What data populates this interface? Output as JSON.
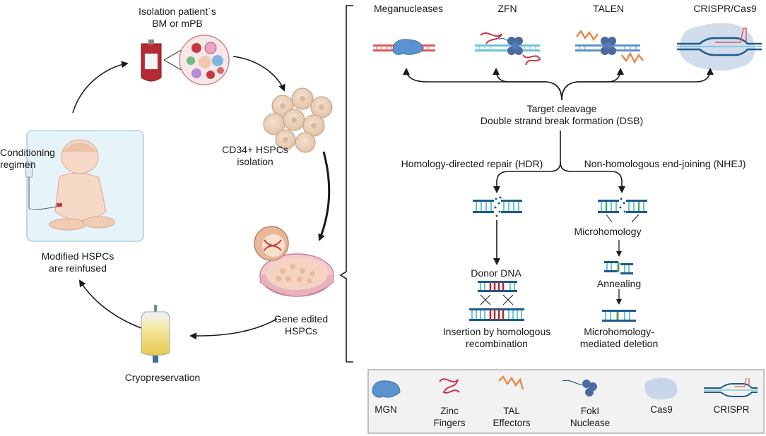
{
  "left_cycle": {
    "isolation": {
      "line1": "Isolation patient´s",
      "line2": "BM or mPB"
    },
    "cd34": {
      "line1": "CD34+ HSPCs",
      "line2": "isolation"
    },
    "gene_edited": {
      "line1": "Gene edited",
      "line2": "HSPCs"
    },
    "cryo": "Cryopreservation",
    "reinfused": {
      "line1": "Modified HSPCs",
      "line2": "are reinfused"
    },
    "conditioning": {
      "line1": "Conditioning",
      "line2": "regimen"
    }
  },
  "nucleases": {
    "meganucleases": "Meganucleases",
    "zfn": "ZFN",
    "talen": "TALEN",
    "crispr_cas9": "CRISPR/Cas9"
  },
  "cleavage": {
    "line1": "Target cleavage",
    "line2": "Double strand break formation (DSB)"
  },
  "hdr": {
    "title": "Homology-directed repair (HDR)",
    "donor": "Donor DNA",
    "result_line1": "Insertion by homologous",
    "result_line2": "recombination"
  },
  "nhej": {
    "title": "Non-homologous end-joining (NHEJ)",
    "microhomology": "Microhomology",
    "annealing": "Annealing",
    "result_line1": "Microhomology-",
    "result_line2": "mediated deletion"
  },
  "legend": {
    "mgn": "MGN",
    "zinc": {
      "line1": "Zinc",
      "line2": "Fingers"
    },
    "tal": {
      "line1": "TAL",
      "line2": "Effectors"
    },
    "foki": {
      "line1": "FokI",
      "line2": "Nuclease"
    },
    "cas9": "Cas9",
    "crispr": "CRISPR"
  },
  "colors": {
    "dna_red": "#e05a5a",
    "dna_blue": "#1f5a8a",
    "dna_cyan": "#6cc3d9",
    "protein_blue": "#5b93d1",
    "foki": "#4a6aa0",
    "cas9": "#c9d6ea",
    "zinc": "#c7344f",
    "tal": "#e8894a",
    "donor_red": "#b3262b",
    "nhej_green": "#4caa5c"
  }
}
